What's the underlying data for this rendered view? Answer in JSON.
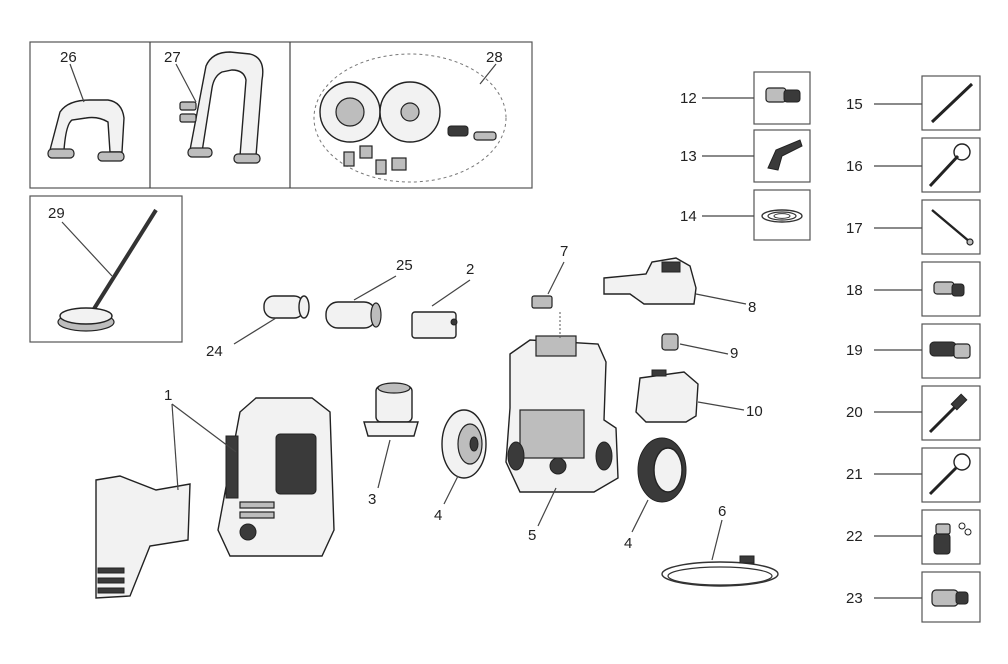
{
  "labels": {
    "l1": "1",
    "l2": "2",
    "l3": "3",
    "l4a": "4",
    "l4b": "4",
    "l5": "5",
    "l6": "6",
    "l7": "7",
    "l8": "8",
    "l9": "9",
    "l10": "10",
    "l12": "12",
    "l13": "13",
    "l14": "14",
    "l15": "15",
    "l16": "16",
    "l17": "17",
    "l18": "18",
    "l19": "19",
    "l20": "20",
    "l21": "21",
    "l22": "22",
    "l23": "23",
    "l24": "24",
    "l25": "25",
    "l26": "26",
    "l27": "27",
    "l28": "28",
    "l29": "29"
  }
}
